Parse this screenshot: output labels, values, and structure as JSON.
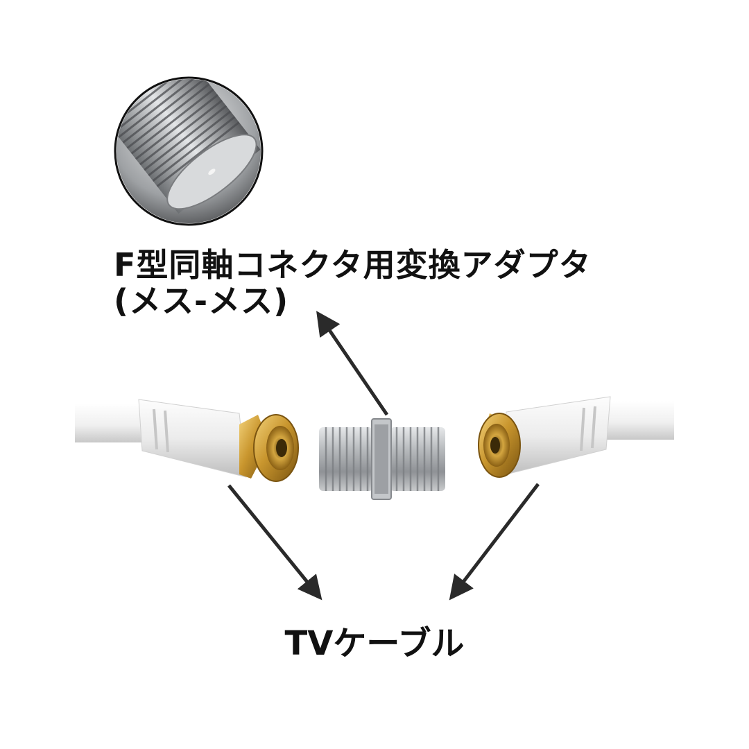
{
  "adapter_label": {
    "line1": "F型同軸コネクタ用変換アダプタ",
    "line2": "(メス-メス)"
  },
  "cable_label": "TVケーブル",
  "colors": {
    "cable_white": "#f2f2f2",
    "connector_gold": "#c9962e",
    "adapter_silver": "#a8abae",
    "text": "#111111"
  }
}
